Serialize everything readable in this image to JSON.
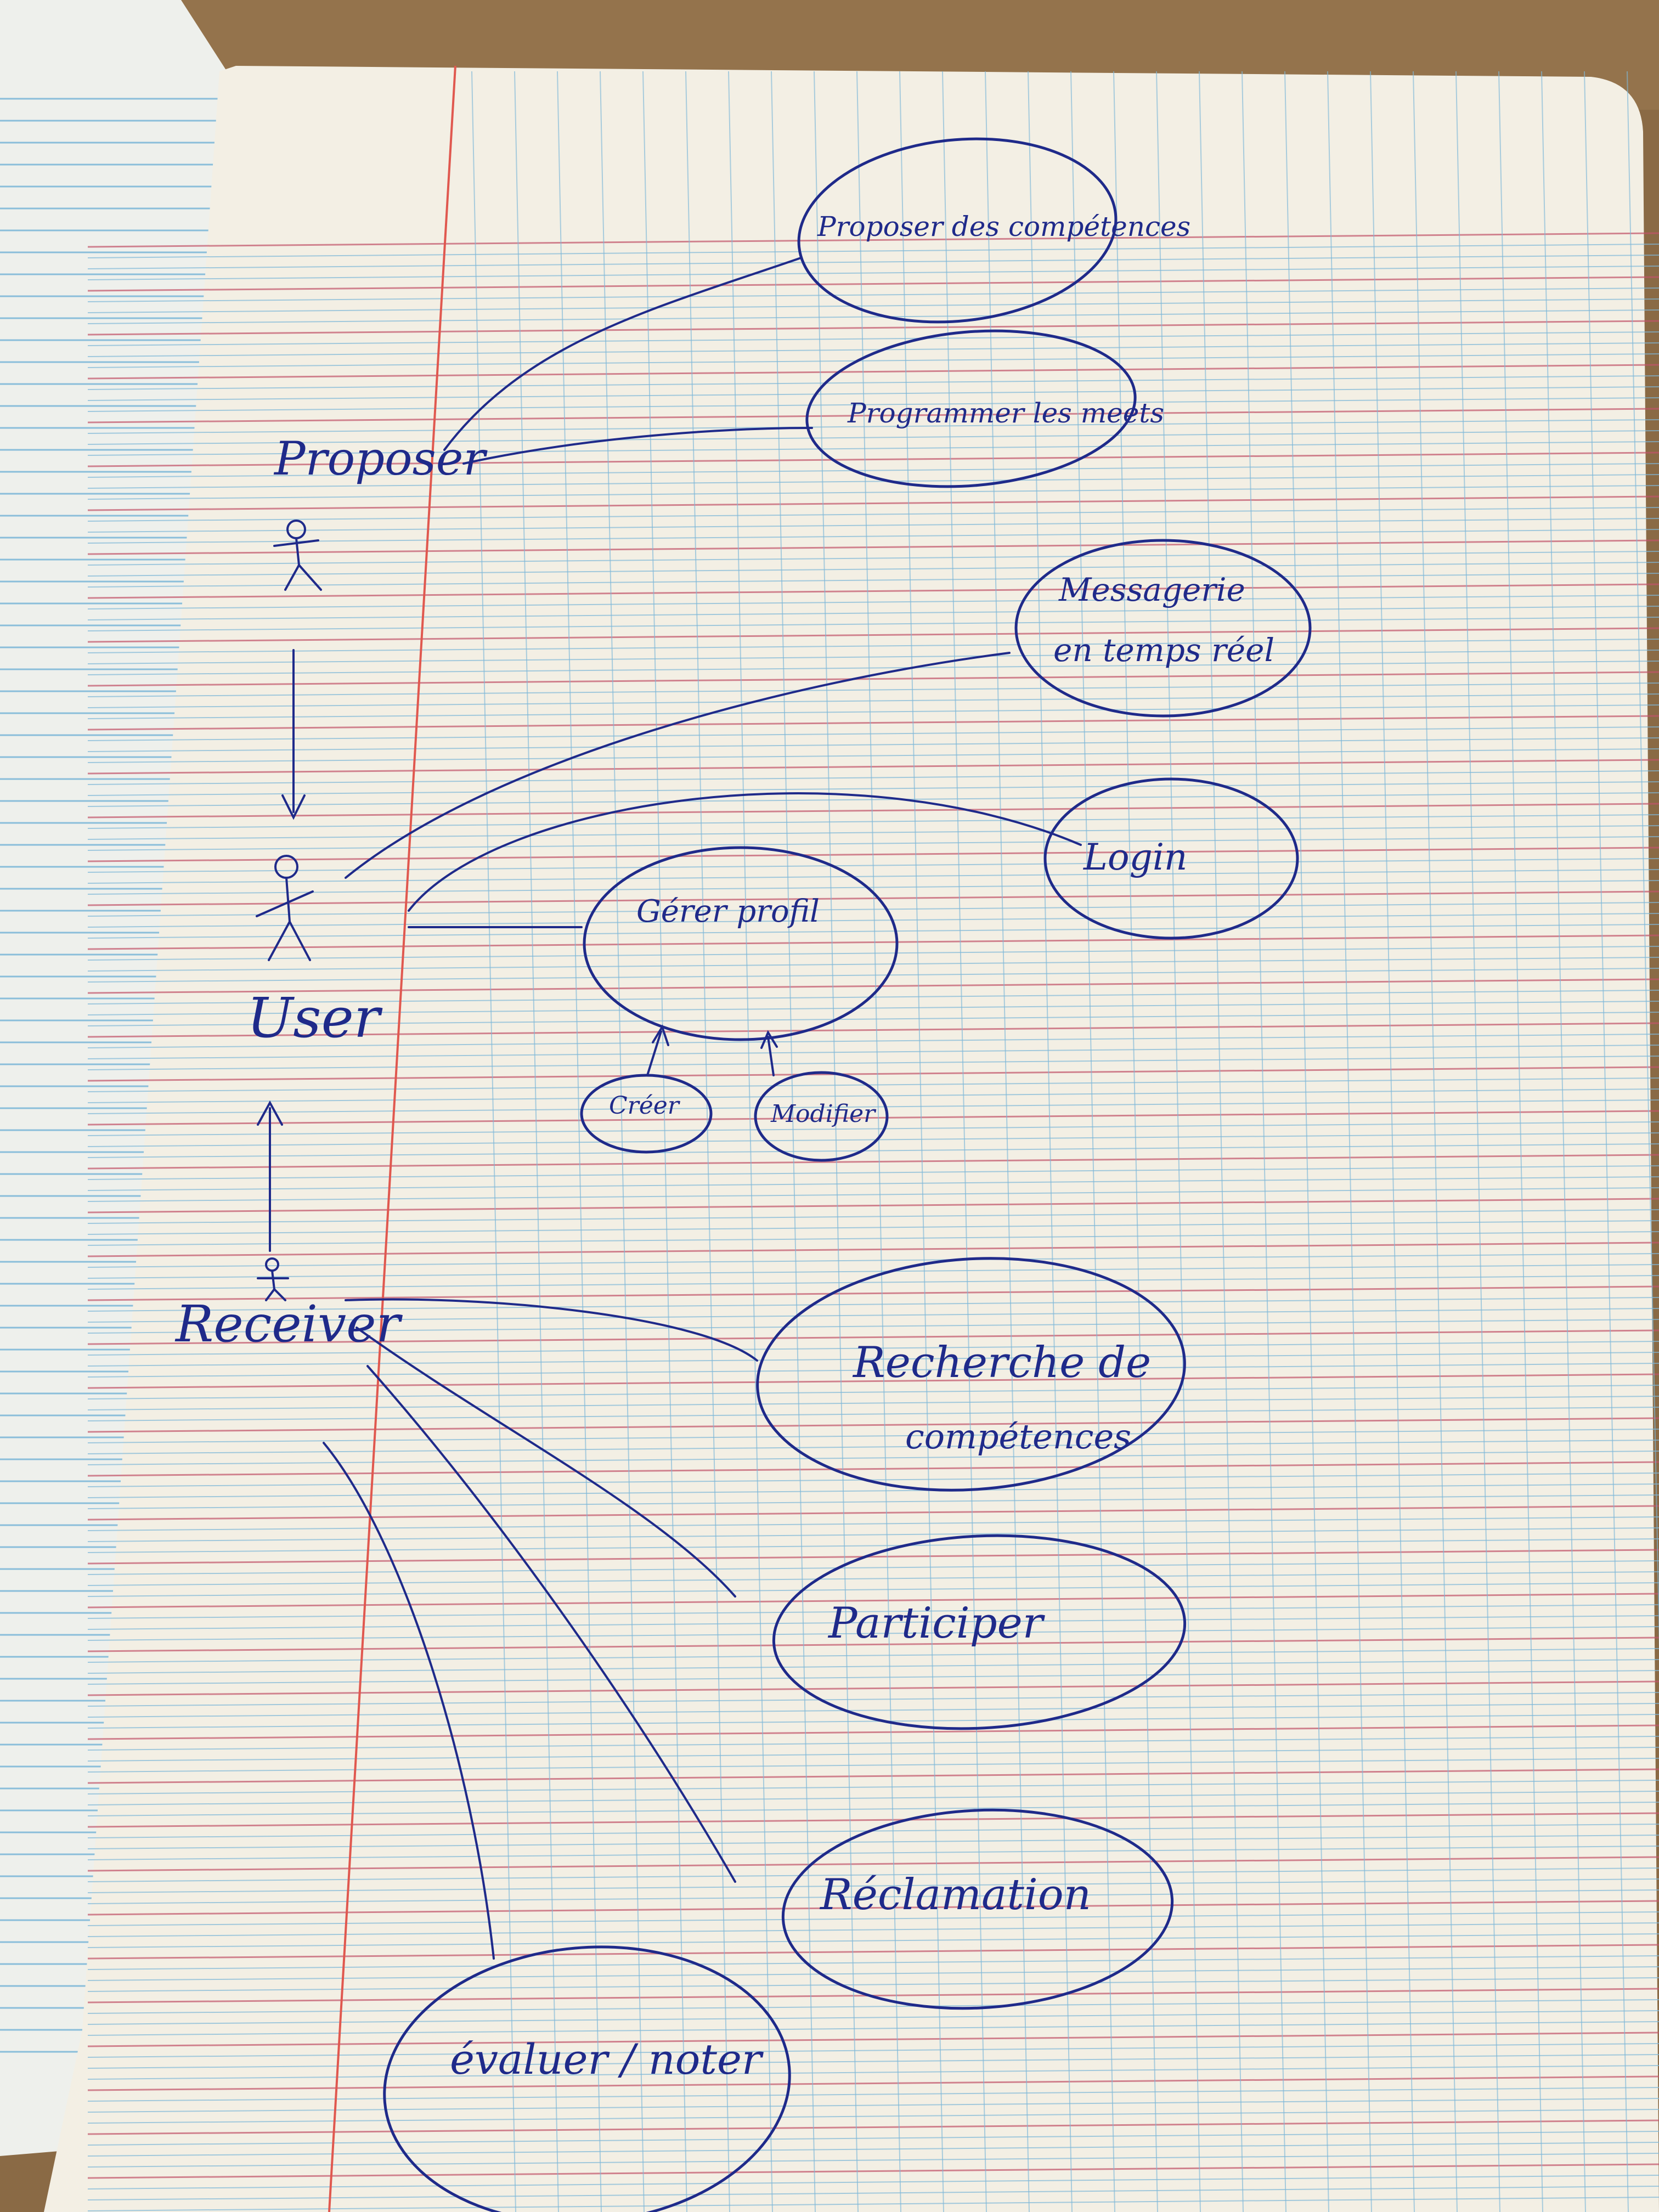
{
  "colors": {
    "ink": "#1f2a8a",
    "paper": "#f3efe4",
    "grid_red": "#c2546a",
    "grid_blue": "#7fb8d8",
    "margin": "#e0584f",
    "wood": "#8a6a45"
  },
  "actors": {
    "proposer": {
      "label": "Proposer"
    },
    "user": {
      "label": "User"
    },
    "receiver": {
      "label": "Receiver"
    }
  },
  "use_cases": {
    "proposer_skills": "Proposer des compétences",
    "schedule_meets": "Programmer les meets",
    "realtime_messaging": [
      "Messagerie",
      "en temps réel"
    ],
    "login": "Login",
    "manage_profile": "Gérer profil",
    "create": "Créer",
    "modify": "Modifier",
    "search_skills": [
      "Recherche de",
      "compétences"
    ],
    "participate": "Participer",
    "claim": "Réclamation",
    "evaluate": "évaluer / noter"
  }
}
